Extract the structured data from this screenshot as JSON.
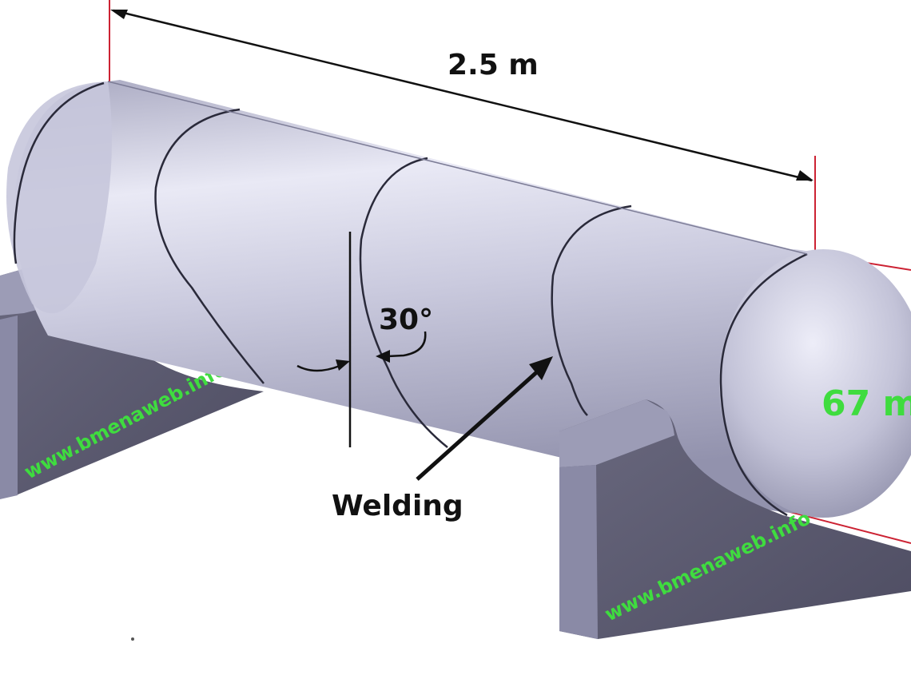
{
  "diagram": {
    "length_label": "2.5 m",
    "angle_label": "30°",
    "welding_label": "Welding",
    "diameter_label_partial": "67 m",
    "watermark_left": "www.bmenaweb.info",
    "watermark_right": "www.bmenaweb.info"
  },
  "colors": {
    "background": "#ffffff",
    "tank_fill": "#c7c7dc",
    "tank_highlight": "#e7e7f4",
    "seam_line": "#2a2a3a",
    "saddle_face": "#5e5d74",
    "saddle_edge": "#9c9cb6",
    "dimension_line": "#cc2233",
    "arrow": "#111111",
    "watermark": "#3fdc3f"
  }
}
